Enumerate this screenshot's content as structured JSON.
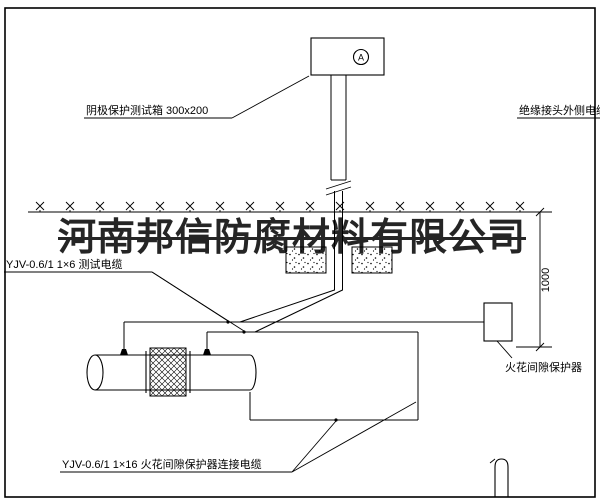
{
  "diagram": {
    "labels": {
      "test_box": "阴极保护测试箱 300x200",
      "outer_cable": "绝缘接头外侧电缆",
      "test_cable": "YJV-0.6/1 1×6  测试电缆",
      "spark_gap_protector": "火花间隙保护器",
      "connection_cable": "YJV-0.6/1 1×16  火花间隙保护器连接电缆",
      "dimension_depth": "1000",
      "ammeter": "A"
    },
    "colors": {
      "line": "#000000",
      "background": "#ffffff"
    }
  },
  "watermark": {
    "text": "河南邦信防腐材料有限公司"
  }
}
